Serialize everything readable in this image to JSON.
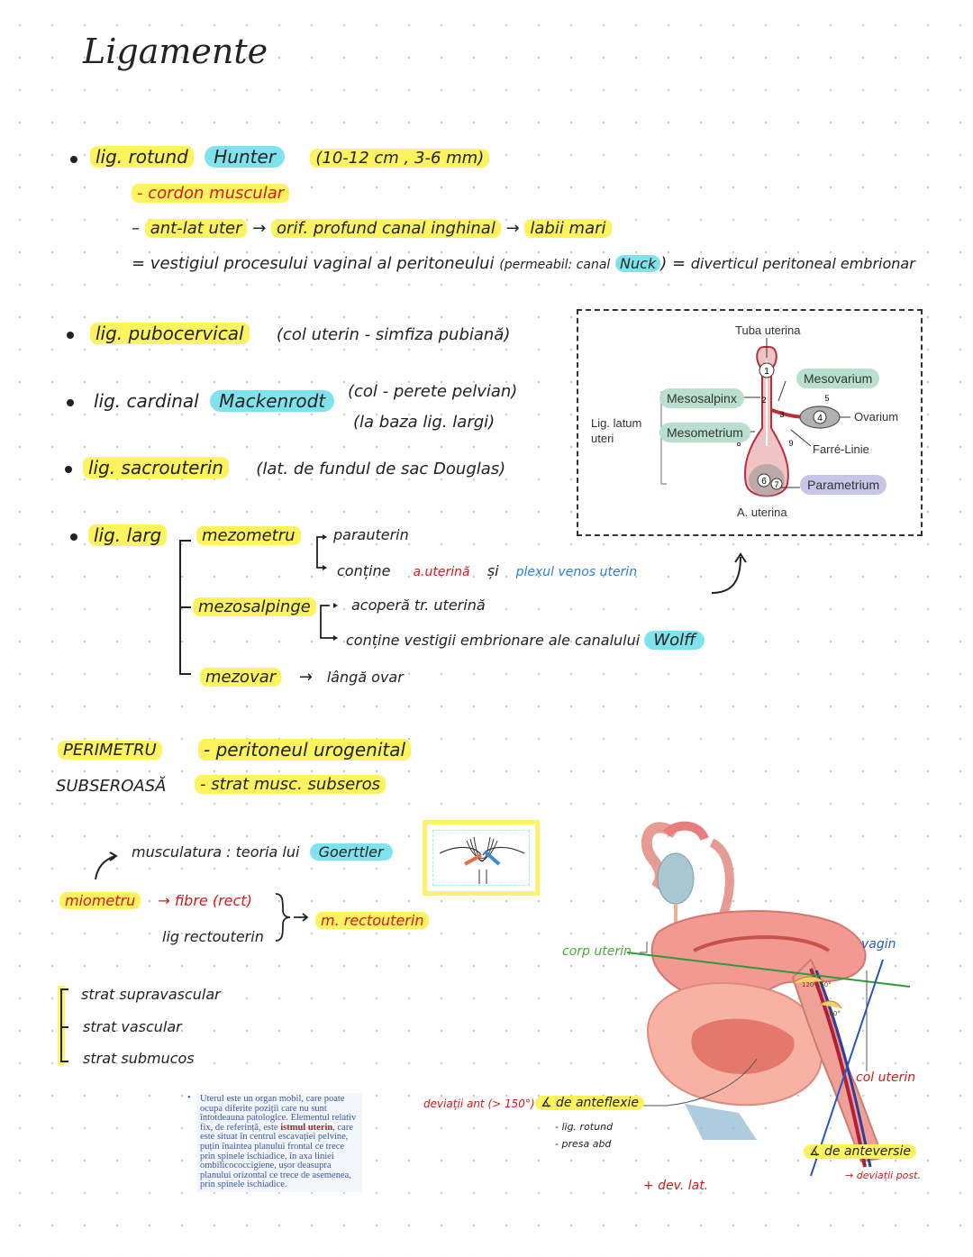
{
  "title": "Ligamente",
  "rotund": {
    "label": "lig. rotund",
    "eponym": "Hunter",
    "dims": "(10-12 cm , 3-6 mm)",
    "line1": "- cordon muscular",
    "line2_a": "ant-lat uter",
    "line2_b": "orif. profund canal inghinal",
    "line2_c": "labii mari",
    "line3_a": "= vestigiul procesului vaginal al peritoneului",
    "line3_b": "(permeabil: canal",
    "line3_c": "Nuck",
    "line3_d": ") =",
    "line3_e": "diverticul peritoneal embrionar"
  },
  "pubocervical": {
    "label": "lig. pubocervical",
    "detail": "(col uterin - simfiza pubiană)"
  },
  "cardinal": {
    "label": "lig. cardinal",
    "eponym": "Mackenrodt",
    "detail1": "(col - perete pelvian)",
    "detail2": "(la baza lig. largi)"
  },
  "sacrouterin": {
    "label": "lig. sacrouterin",
    "detail": "(lat. de fundul de sac Douglas)"
  },
  "larg": {
    "label": "lig. larg",
    "mezometru": "mezometru",
    "mezometru_a": "parauterin",
    "mezometru_b": "conține",
    "mezometru_b_red": "a.uterină",
    "mezometru_b_si": "și",
    "mezometru_b_blue": "plexul venos uterin",
    "mezosalpinge": "mezosalpinge",
    "mezosalpinge_a": "acoperă tr. uterină",
    "mezosalpinge_b": "conține vestigii embrionare ale canalului",
    "mezosalpinge_b_eponym": "Wolff",
    "mezovar": "mezovar",
    "mezovar_a": "lângă ovar"
  },
  "diagram": {
    "tuba": "Tuba uterina",
    "mesovarium": "Mesovarium",
    "mesosalpinx": "Mesosalpinx",
    "ovarium": "Ovarium",
    "lig_latum": "Lig. latum uteri",
    "mesometrium": "Mesometrium",
    "farre": "Farré-Linie",
    "parametrium": "Parametrium",
    "a_uterina": "A. uterina",
    "nums": [
      "1",
      "2",
      "3",
      "4",
      "5",
      "6",
      "7",
      "8",
      "9"
    ]
  },
  "perimetru": {
    "label1": "PERIMETRU",
    "label2": "SUBSEROASĂ",
    "val1": "- peritoneul urogenital",
    "val2": "- strat musc. subseros"
  },
  "miometru": {
    "musculatura": "musculatura : teoria lui",
    "goertler": "Goerttler",
    "label": "miometru",
    "fibre": "→ fibre (rect)",
    "lig": "lig rectouterin",
    "result": "m. rectouterin",
    "strata": [
      "strat supravascular",
      "strat vascular",
      "strat submucos"
    ]
  },
  "info": {
    "pre": "Uterul este un organ mobil, care poate ocupa diferite poziții care nu sunt întotdeauna patologice. Elementul relativ fix, de referință, este ",
    "bold": "istmul uterin",
    "post": ", care este situat în centrul escavației pelvine, puțin înaintea planului frontal ce trece prin spinele ischiadice, în axa liniei ombilicococcigiene, ușor deasupra planului orizontal ce trece de asemenea, prin spinele ischiadice."
  },
  "figure": {
    "corp_uterin": "corp uterin",
    "vagin": "vagin",
    "col_uterin": "col uterin",
    "angle1": "120-150°",
    "angle2": "100°",
    "devieri_ant": "deviații ant (> 150°) ←",
    "anteflexie": "∡ de anteflexie",
    "flex_a": "- lig. rotund",
    "flex_b": "- presa abd",
    "anteversie": "∡ de anteversie",
    "devieri_post": "→ deviații post.",
    "dev_lat": "+ dev. lat."
  }
}
